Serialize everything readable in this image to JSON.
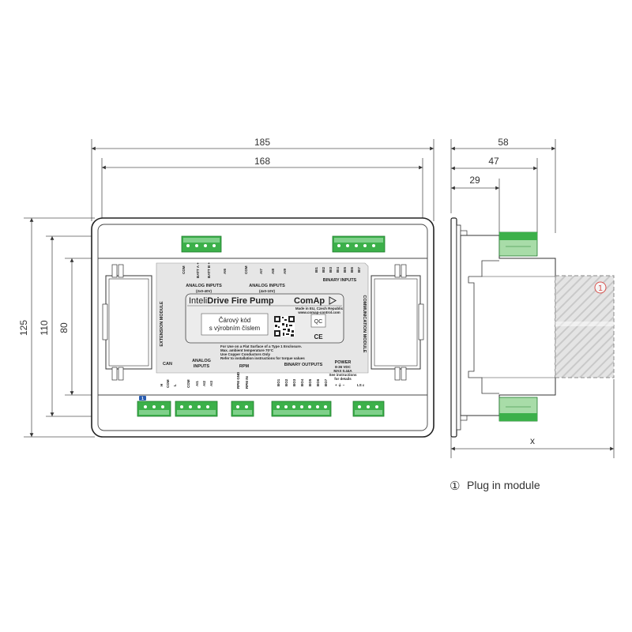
{
  "dimensions": {
    "width_outer": "185",
    "width_inner": "168",
    "height_outer": "125",
    "height_mid": "110",
    "height_inner": "80",
    "depth_total": "58",
    "depth_mid": "47",
    "depth_front": "29",
    "depth_module": "x"
  },
  "front_panel": {
    "brand_prefix": "Inteli",
    "product_name": "Drive Fire Pump",
    "logo": "ComAp",
    "logo_sub1": "Made in EU, Czech Republic",
    "logo_sub2": "www.comap-control.com",
    "qc": "QC",
    "ce": "CE",
    "barcode_line1": "Čárový kód",
    "barcode_line2": "s výrobním číslem",
    "note_line1": "For Use on a Flat Surface of a Type 1 Enclosure.",
    "note_line2": "Max. ambient temperature 70°C",
    "note_line3": "Use Copper Conductors Only",
    "note_line4": "Refer to installation instructions for torque values",
    "extension_module": "EXTENSION MODULE",
    "communication_module": "COMMUNICATION MODULE",
    "top_analog_title": "ANALOG INPUTS",
    "top_analog_sub": "(2x0-40V)",
    "top_analog2_title": "ANALOG INPUTS",
    "top_analog2_sub": "(4x0-10V)",
    "top_binary_title": "BINARY INPUTS",
    "top_pins_a": [
      "COM",
      "BATT A +",
      "BATT B +",
      "AI6"
    ],
    "top_pins_b": [
      "COM",
      "AI7",
      "AI8",
      "AI9"
    ],
    "top_pins_c": [
      "BI1",
      "BI2",
      "BI3",
      "BI4",
      "BI5",
      "BI6",
      "BI7"
    ],
    "can_title": "CAN",
    "bottom_analog_title": "ANALOG",
    "bottom_analog_title2": "INPUTS",
    "rpm_title": "RPM",
    "binary_outputs_title": "BINARY OUTPUTS",
    "power_title": "POWER",
    "power_line1": "8-36 VDC",
    "power_line2": "MAX 0.44A",
    "power_line3": "See instructions",
    "power_line4": "for details",
    "power_symbols": "+ ⏚ −",
    "power_ls": "LS ε",
    "bottom_pins_can": [
      "H",
      "COM",
      "L"
    ],
    "bottom_pins_analog": [
      "COM",
      "AI1",
      "AI2",
      "AI3"
    ],
    "bottom_pins_rpm": [
      "RPM GND",
      "RPM IN"
    ],
    "bottom_pins_bo": [
      "BO1",
      "BO2",
      "BO3",
      "BO4",
      "BO5",
      "BO6",
      "BO7"
    ],
    "can_marker": "1"
  },
  "legend": {
    "marker": "①",
    "text": "Plug in module"
  },
  "colors": {
    "terminal_green": "#3cb04a",
    "terminal_light": "#a8dca8",
    "panel_grey": "#e6e6e6",
    "hatch": "#d8d8d8",
    "marker_red": "#d9534f",
    "can_blue": "#2a5db0"
  }
}
